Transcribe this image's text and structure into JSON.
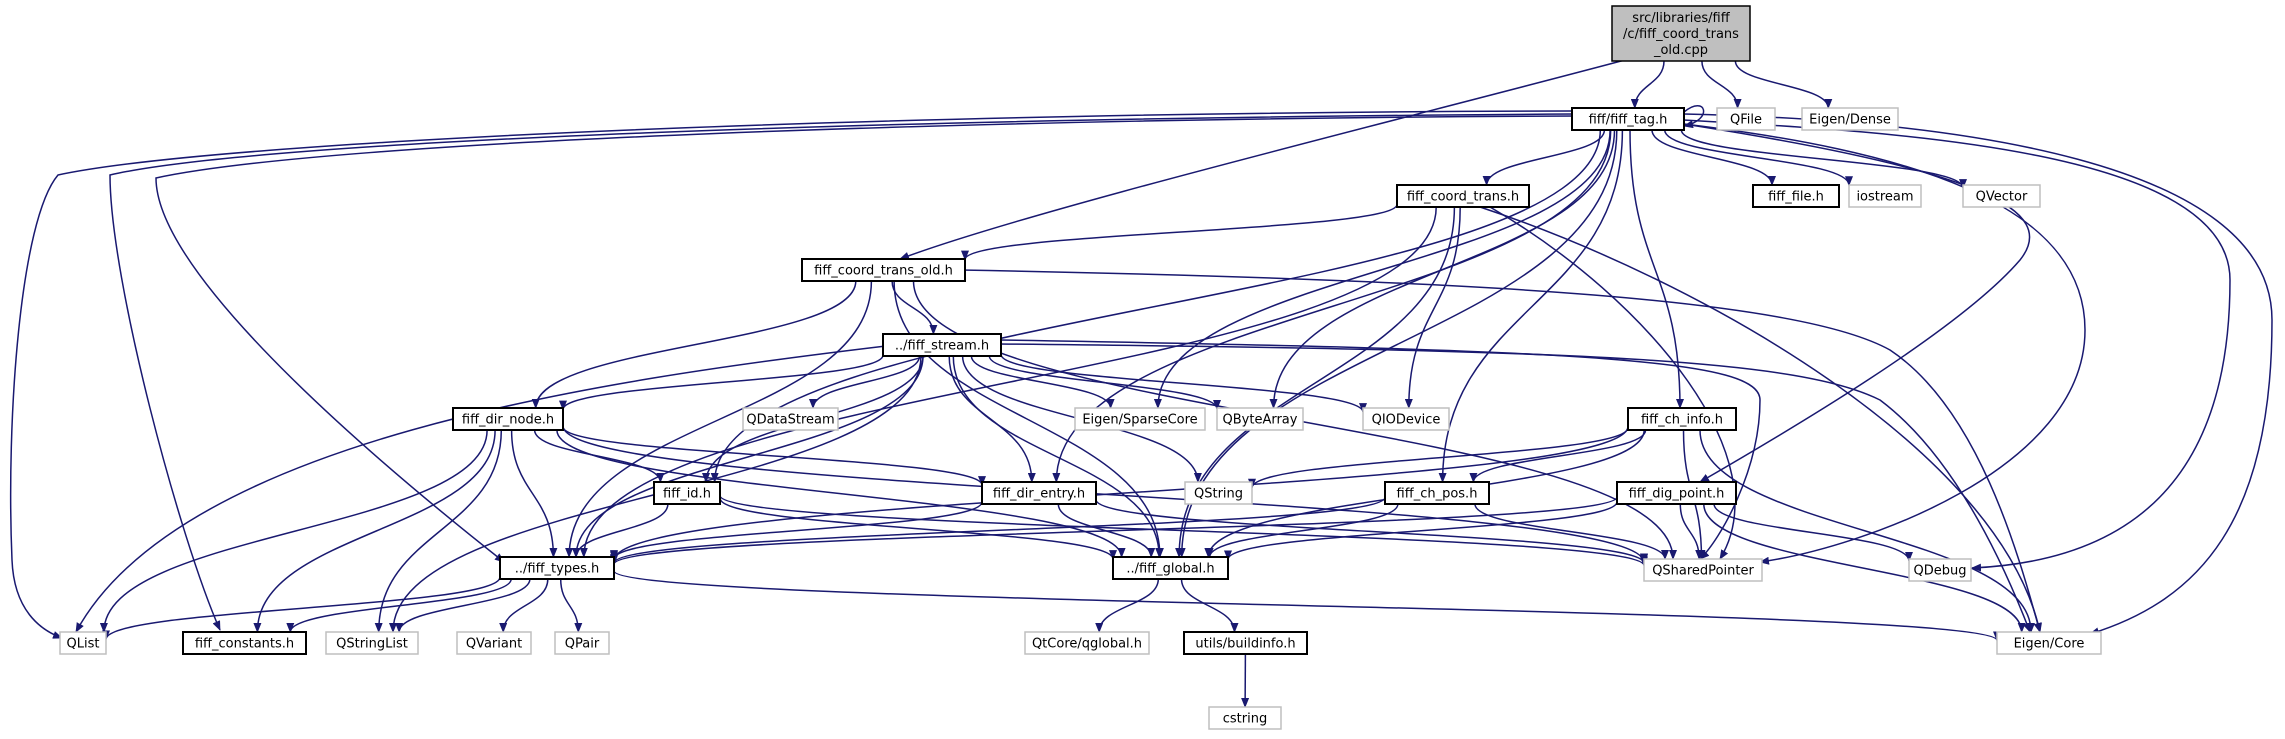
{
  "colors": {
    "edge": "#191970",
    "root_fill": "#bfbfbf",
    "external_border": "#bfbfbf",
    "local_border": "#000000"
  },
  "nodes": [
    {
      "id": "root",
      "lines": [
        "src/libraries/fiff",
        "/c/fiff_coord_trans",
        "_old.cpp"
      ],
      "kind": "root"
    },
    {
      "id": "fiff_tag",
      "lines": [
        "fiff/fiff_tag.h"
      ],
      "kind": "local"
    },
    {
      "id": "QFile",
      "lines": [
        "QFile"
      ],
      "kind": "external"
    },
    {
      "id": "EigenDense",
      "lines": [
        "Eigen/Dense"
      ],
      "kind": "external"
    },
    {
      "id": "fiff_coord_trans",
      "lines": [
        "fiff_coord_trans.h"
      ],
      "kind": "local"
    },
    {
      "id": "fiff_file",
      "lines": [
        "fiff_file.h"
      ],
      "kind": "local"
    },
    {
      "id": "iostream",
      "lines": [
        "iostream"
      ],
      "kind": "external"
    },
    {
      "id": "QVector",
      "lines": [
        "QVector"
      ],
      "kind": "external"
    },
    {
      "id": "fiff_coord_trans_old",
      "lines": [
        "fiff_coord_trans_old.h"
      ],
      "kind": "local"
    },
    {
      "id": "fiff_stream",
      "lines": [
        "../fiff_stream.h"
      ],
      "kind": "local"
    },
    {
      "id": "fiff_dir_node",
      "lines": [
        "fiff_dir_node.h"
      ],
      "kind": "local"
    },
    {
      "id": "QDataStream",
      "lines": [
        "QDataStream"
      ],
      "kind": "external"
    },
    {
      "id": "EigenSparseCore",
      "lines": [
        "Eigen/SparseCore"
      ],
      "kind": "external"
    },
    {
      "id": "QByteArray",
      "lines": [
        "QByteArray"
      ],
      "kind": "external"
    },
    {
      "id": "QIODevice",
      "lines": [
        "QIODevice"
      ],
      "kind": "external"
    },
    {
      "id": "fiff_ch_info",
      "lines": [
        "fiff_ch_info.h"
      ],
      "kind": "local"
    },
    {
      "id": "fiff_id",
      "lines": [
        "fiff_id.h"
      ],
      "kind": "local"
    },
    {
      "id": "fiff_dir_entry",
      "lines": [
        "fiff_dir_entry.h"
      ],
      "kind": "local"
    },
    {
      "id": "QString",
      "lines": [
        "QString"
      ],
      "kind": "external"
    },
    {
      "id": "fiff_ch_pos",
      "lines": [
        "fiff_ch_pos.h"
      ],
      "kind": "local"
    },
    {
      "id": "fiff_dig_point",
      "lines": [
        "fiff_dig_point.h"
      ],
      "kind": "local"
    },
    {
      "id": "fiff_types",
      "lines": [
        "../fiff_types.h"
      ],
      "kind": "local"
    },
    {
      "id": "fiff_global",
      "lines": [
        "../fiff_global.h"
      ],
      "kind": "local"
    },
    {
      "id": "QSharedPointer",
      "lines": [
        "QSharedPointer"
      ],
      "kind": "external"
    },
    {
      "id": "QDebug",
      "lines": [
        "QDebug"
      ],
      "kind": "external"
    },
    {
      "id": "QList",
      "lines": [
        "QList"
      ],
      "kind": "external"
    },
    {
      "id": "fiff_constants",
      "lines": [
        "fiff_constants.h"
      ],
      "kind": "local"
    },
    {
      "id": "QStringList",
      "lines": [
        "QStringList"
      ],
      "kind": "external"
    },
    {
      "id": "QVariant",
      "lines": [
        "QVariant"
      ],
      "kind": "external"
    },
    {
      "id": "QPair",
      "lines": [
        "QPair"
      ],
      "kind": "external"
    },
    {
      "id": "QtCore_qglobal",
      "lines": [
        "QtCore/qglobal.h"
      ],
      "kind": "external"
    },
    {
      "id": "buildinfo",
      "lines": [
        "utils/buildinfo.h"
      ],
      "kind": "local"
    },
    {
      "id": "EigenCore",
      "lines": [
        "Eigen/Core"
      ],
      "kind": "external"
    },
    {
      "id": "cstring",
      "lines": [
        "cstring"
      ],
      "kind": "external"
    }
  ],
  "edges": [
    [
      "root",
      "fiff_tag"
    ],
    [
      "root",
      "QFile"
    ],
    [
      "root",
      "EigenDense"
    ],
    [
      "root",
      "fiff_coord_trans_old"
    ],
    [
      "fiff_tag",
      "fiff_tag"
    ],
    [
      "fiff_tag",
      "fiff_coord_trans"
    ],
    [
      "fiff_tag",
      "fiff_file"
    ],
    [
      "fiff_tag",
      "iostream"
    ],
    [
      "fiff_tag",
      "QVector"
    ],
    [
      "fiff_tag",
      "fiff_types"
    ],
    [
      "fiff_tag",
      "fiff_constants"
    ],
    [
      "fiff_tag",
      "QList"
    ],
    [
      "fiff_tag",
      "fiff_id"
    ],
    [
      "fiff_tag",
      "EigenSparseCore"
    ],
    [
      "fiff_tag",
      "QByteArray"
    ],
    [
      "fiff_tag",
      "fiff_dir_entry"
    ],
    [
      "fiff_tag",
      "fiff_ch_pos"
    ],
    [
      "fiff_tag",
      "fiff_ch_info"
    ],
    [
      "fiff_tag",
      "fiff_global"
    ],
    [
      "fiff_tag",
      "fiff_dig_point"
    ],
    [
      "fiff_tag",
      "QSharedPointer"
    ],
    [
      "fiff_tag",
      "QDebug"
    ],
    [
      "fiff_tag",
      "EigenCore"
    ],
    [
      "fiff_coord_trans",
      "fiff_coord_trans_old"
    ],
    [
      "fiff_coord_trans",
      "fiff_types"
    ],
    [
      "fiff_coord_trans",
      "QIODevice"
    ],
    [
      "fiff_coord_trans",
      "fiff_global"
    ],
    [
      "fiff_coord_trans",
      "QSharedPointer"
    ],
    [
      "fiff_coord_trans",
      "EigenCore"
    ],
    [
      "fiff_coord_trans_old",
      "fiff_stream"
    ],
    [
      "fiff_coord_trans_old",
      "fiff_dir_node"
    ],
    [
      "fiff_coord_trans_old",
      "fiff_types"
    ],
    [
      "fiff_coord_trans_old",
      "fiff_global"
    ],
    [
      "fiff_coord_trans_old",
      "QSharedPointer"
    ],
    [
      "fiff_coord_trans_old",
      "EigenCore"
    ],
    [
      "fiff_stream",
      "fiff_dir_node"
    ],
    [
      "fiff_stream",
      "QDataStream"
    ],
    [
      "fiff_stream",
      "EigenSparseCore"
    ],
    [
      "fiff_stream",
      "QByteArray"
    ],
    [
      "fiff_stream",
      "QIODevice"
    ],
    [
      "fiff_stream",
      "fiff_id"
    ],
    [
      "fiff_stream",
      "fiff_dir_entry"
    ],
    [
      "fiff_stream",
      "QString"
    ],
    [
      "fiff_stream",
      "fiff_types"
    ],
    [
      "fiff_stream",
      "fiff_global"
    ],
    [
      "fiff_stream",
      "QSharedPointer"
    ],
    [
      "fiff_stream",
      "EigenCore"
    ],
    [
      "fiff_stream",
      "QList"
    ],
    [
      "fiff_stream",
      "QStringList"
    ],
    [
      "fiff_dir_node",
      "fiff_id"
    ],
    [
      "fiff_dir_node",
      "fiff_dir_entry"
    ],
    [
      "fiff_dir_node",
      "fiff_types"
    ],
    [
      "fiff_dir_node",
      "fiff_global"
    ],
    [
      "fiff_dir_node",
      "QSharedPointer"
    ],
    [
      "fiff_dir_node",
      "QList"
    ],
    [
      "fiff_dir_node",
      "fiff_constants"
    ],
    [
      "fiff_dir_node",
      "QStringList"
    ],
    [
      "fiff_id",
      "fiff_types"
    ],
    [
      "fiff_id",
      "fiff_global"
    ],
    [
      "fiff_id",
      "QSharedPointer"
    ],
    [
      "fiff_dir_entry",
      "fiff_types"
    ],
    [
      "fiff_dir_entry",
      "fiff_global"
    ],
    [
      "fiff_dir_entry",
      "QSharedPointer"
    ],
    [
      "fiff_ch_info",
      "fiff_ch_pos"
    ],
    [
      "fiff_ch_info",
      "QString"
    ],
    [
      "fiff_ch_info",
      "fiff_types"
    ],
    [
      "fiff_ch_info",
      "fiff_global"
    ],
    [
      "fiff_ch_info",
      "QSharedPointer"
    ],
    [
      "fiff_ch_info",
      "EigenCore"
    ],
    [
      "fiff_ch_pos",
      "fiff_types"
    ],
    [
      "fiff_ch_pos",
      "fiff_global"
    ],
    [
      "fiff_ch_pos",
      "QSharedPointer"
    ],
    [
      "fiff_dig_point",
      "fiff_types"
    ],
    [
      "fiff_dig_point",
      "fiff_global"
    ],
    [
      "fiff_dig_point",
      "QSharedPointer"
    ],
    [
      "fiff_dig_point",
      "QDebug"
    ],
    [
      "fiff_dig_point",
      "EigenCore"
    ],
    [
      "fiff_types",
      "QList"
    ],
    [
      "fiff_types",
      "fiff_constants"
    ],
    [
      "fiff_types",
      "QStringList"
    ],
    [
      "fiff_types",
      "QVariant"
    ],
    [
      "fiff_types",
      "QPair"
    ],
    [
      "fiff_types",
      "EigenCore"
    ],
    [
      "fiff_global",
      "QtCore_qglobal"
    ],
    [
      "fiff_global",
      "buildinfo"
    ],
    [
      "buildinfo",
      "cstring"
    ]
  ]
}
